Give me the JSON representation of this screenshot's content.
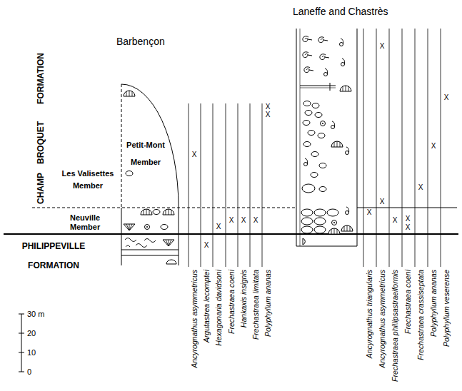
{
  "diagram": {
    "labels": [
      "Laneffe and Chastrès",
      "Barbençon",
      "FORMATION",
      "BROQUET",
      "CHAMP",
      "Petit-Mont Member",
      "Les Valisettes Member",
      "Neuville Member",
      "PHILIPPEVILLE FORMATION",
      "Ancyrognathus asymmetricus",
      "Argutastrea lecomptei",
      "Hexagonaria davidsoni",
      "Frechastraea coeni",
      "Hankaxis insignis",
      "Frechastraea limitata",
      "Polyphyllum ananas",
      "Ancyrognathus triangularis",
      "Ancyrognathus asymmetricus",
      "Frechastraea phillipsastraeiformis",
      "Frechastraea coeni",
      "Frechastraea crassiseptata",
      "Polyphyllum ananas",
      "Polyphyllum veserense",
      "X",
      "X",
      "X",
      "X",
      "X",
      "X",
      "X",
      "X",
      "X",
      "X",
      "X",
      "X",
      "X",
      "X",
      "X",
      "X",
      "X",
      "30 m",
      "20",
      "10",
      "0"
    ]
  }
}
